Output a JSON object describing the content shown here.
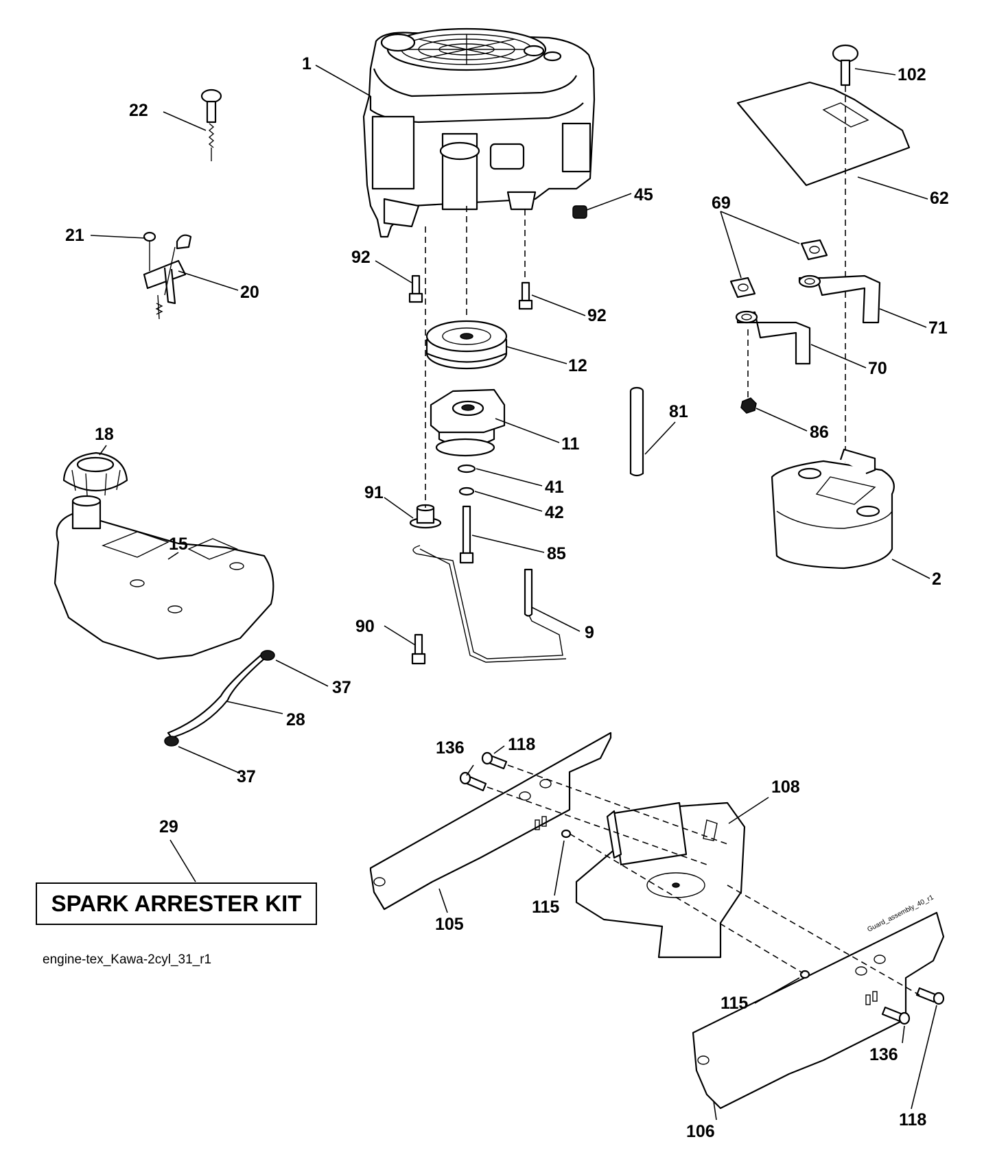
{
  "kit_box": {
    "text": "SPARK ARRESTER KIT"
  },
  "drawing_id": "engine-tex_Kawa-2cyl_31_r1",
  "guard_stamp": "Guard_assembly_40_r1",
  "callouts": [
    {
      "id": "c1",
      "text": "1"
    },
    {
      "id": "c2",
      "text": "2"
    },
    {
      "id": "c9",
      "text": "9"
    },
    {
      "id": "c11",
      "text": "11"
    },
    {
      "id": "c12",
      "text": "12"
    },
    {
      "id": "c15",
      "text": "15"
    },
    {
      "id": "c18",
      "text": "18"
    },
    {
      "id": "c20",
      "text": "20"
    },
    {
      "id": "c21",
      "text": "21"
    },
    {
      "id": "c22",
      "text": "22"
    },
    {
      "id": "c28",
      "text": "28"
    },
    {
      "id": "c29",
      "text": "29"
    },
    {
      "id": "c37a",
      "text": "37"
    },
    {
      "id": "c37b",
      "text": "37"
    },
    {
      "id": "c41",
      "text": "41"
    },
    {
      "id": "c42",
      "text": "42"
    },
    {
      "id": "c45",
      "text": "45"
    },
    {
      "id": "c62",
      "text": "62"
    },
    {
      "id": "c69",
      "text": "69"
    },
    {
      "id": "c70",
      "text": "70"
    },
    {
      "id": "c71",
      "text": "71"
    },
    {
      "id": "c81",
      "text": "81"
    },
    {
      "id": "c85",
      "text": "85"
    },
    {
      "id": "c86",
      "text": "86"
    },
    {
      "id": "c90",
      "text": "90"
    },
    {
      "id": "c91",
      "text": "91"
    },
    {
      "id": "c92a",
      "text": "92"
    },
    {
      "id": "c92b",
      "text": "92"
    },
    {
      "id": "c102",
      "text": "102"
    },
    {
      "id": "c105",
      "text": "105"
    },
    {
      "id": "c106",
      "text": "106"
    },
    {
      "id": "c108",
      "text": "108"
    },
    {
      "id": "c115a",
      "text": "115"
    },
    {
      "id": "c115b",
      "text": "115"
    },
    {
      "id": "c118a",
      "text": "118"
    },
    {
      "id": "c118b",
      "text": "118"
    },
    {
      "id": "c136a",
      "text": "136"
    },
    {
      "id": "c136b",
      "text": "136"
    }
  ]
}
